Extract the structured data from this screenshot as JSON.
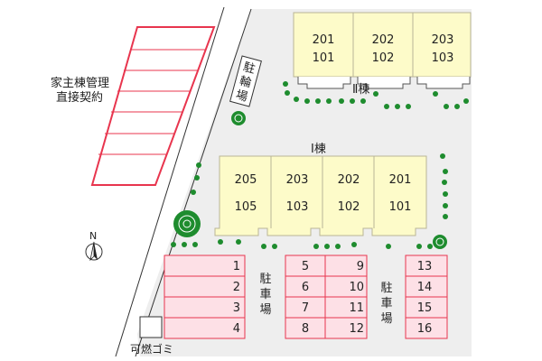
{
  "labels": {
    "owner_managed": [
      "家主棟管理",
      "直接契約"
    ],
    "bike_parking": [
      "駐",
      "輪",
      "場"
    ],
    "parking": [
      "駐",
      "車",
      "場"
    ],
    "trash": "可燃ゴミ",
    "north": "N",
    "building1": "Ⅰ棟",
    "building2": "Ⅱ棟"
  },
  "building2": {
    "upper": [
      "201",
      "202",
      "203"
    ],
    "lower": [
      "101",
      "102",
      "103"
    ]
  },
  "building1": {
    "upper": [
      "205",
      "203",
      "202",
      "201"
    ],
    "lower": [
      "105",
      "103",
      "102",
      "101"
    ]
  },
  "parking": {
    "left": [
      "1",
      "2",
      "3",
      "4"
    ],
    "middle_a": [
      "5",
      "6",
      "7",
      "8"
    ],
    "middle_b": [
      "9",
      "10",
      "11",
      "12"
    ],
    "right": [
      "13",
      "14",
      "15",
      "16"
    ]
  },
  "colors": {
    "lot": "#eeeeee",
    "building": "#fdfbc9",
    "building_stroke": "#b9b596",
    "parking_fill": "#fde0e6",
    "parking_stroke": "#e8354e",
    "tree": "#1e8c2e"
  }
}
